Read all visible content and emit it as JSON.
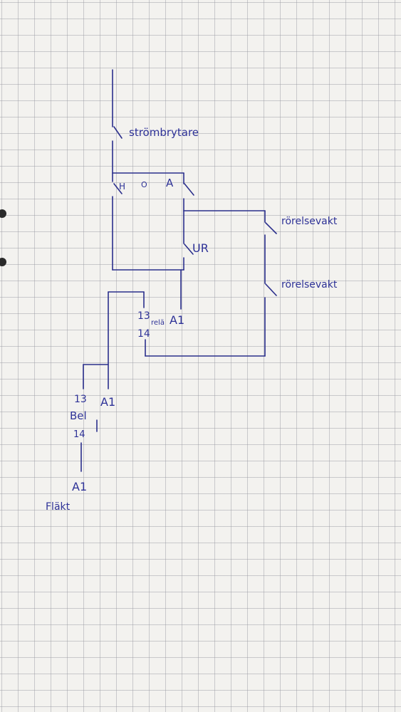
{
  "diagram": {
    "labels": {
      "strombrytare": "strömbrytare",
      "h": "H",
      "o": "O",
      "a": "A",
      "rorelsevakt_1": "rörelsevakt",
      "ur": "UR",
      "rorelsevakt_2": "rörelsevakt",
      "rele_13": "13",
      "rele_name": "relä",
      "rele_a1": "A1",
      "rele_14": "14",
      "bel_13": "13",
      "bel_a1": "A1",
      "bel_name": "Bel",
      "bel_14": "14",
      "flakt_a1": "A1",
      "flakt_name": "Fläkt"
    }
  }
}
